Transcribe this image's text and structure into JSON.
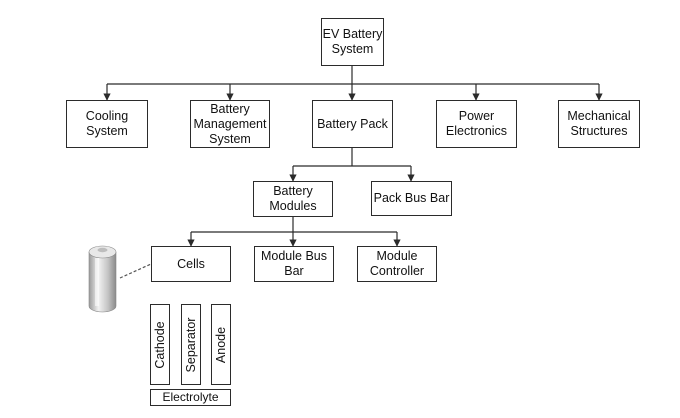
{
  "nodes": {
    "root": "EV Battery\nSystem",
    "cooling": "Cooling\nSystem",
    "bms": "Battery\nManagement\nSystem",
    "pack": "Battery Pack",
    "power": "Power\nElectronics",
    "mech": "Mechanical\nStructures",
    "modules": "Battery\nModules",
    "packbus": "Pack Bus Bar",
    "cells": "Cells",
    "modbus": "Module Bus\nBar",
    "modctrl": "Module\nController",
    "cathode": "Cathode",
    "separator": "Separator",
    "anode": "Anode",
    "electrolyte": "Electrolyte"
  },
  "edges": [
    [
      "root",
      "cooling"
    ],
    [
      "root",
      "bms"
    ],
    [
      "root",
      "pack"
    ],
    [
      "root",
      "power"
    ],
    [
      "root",
      "mech"
    ],
    [
      "pack",
      "modules"
    ],
    [
      "pack",
      "packbus"
    ],
    [
      "modules",
      "cells"
    ],
    [
      "modules",
      "modbus"
    ],
    [
      "modules",
      "modctrl"
    ]
  ],
  "colors": {
    "line": "#2b2b2b",
    "cell_body": "#c8c8c8"
  },
  "icon": "battery-cell-cylinder-icon"
}
